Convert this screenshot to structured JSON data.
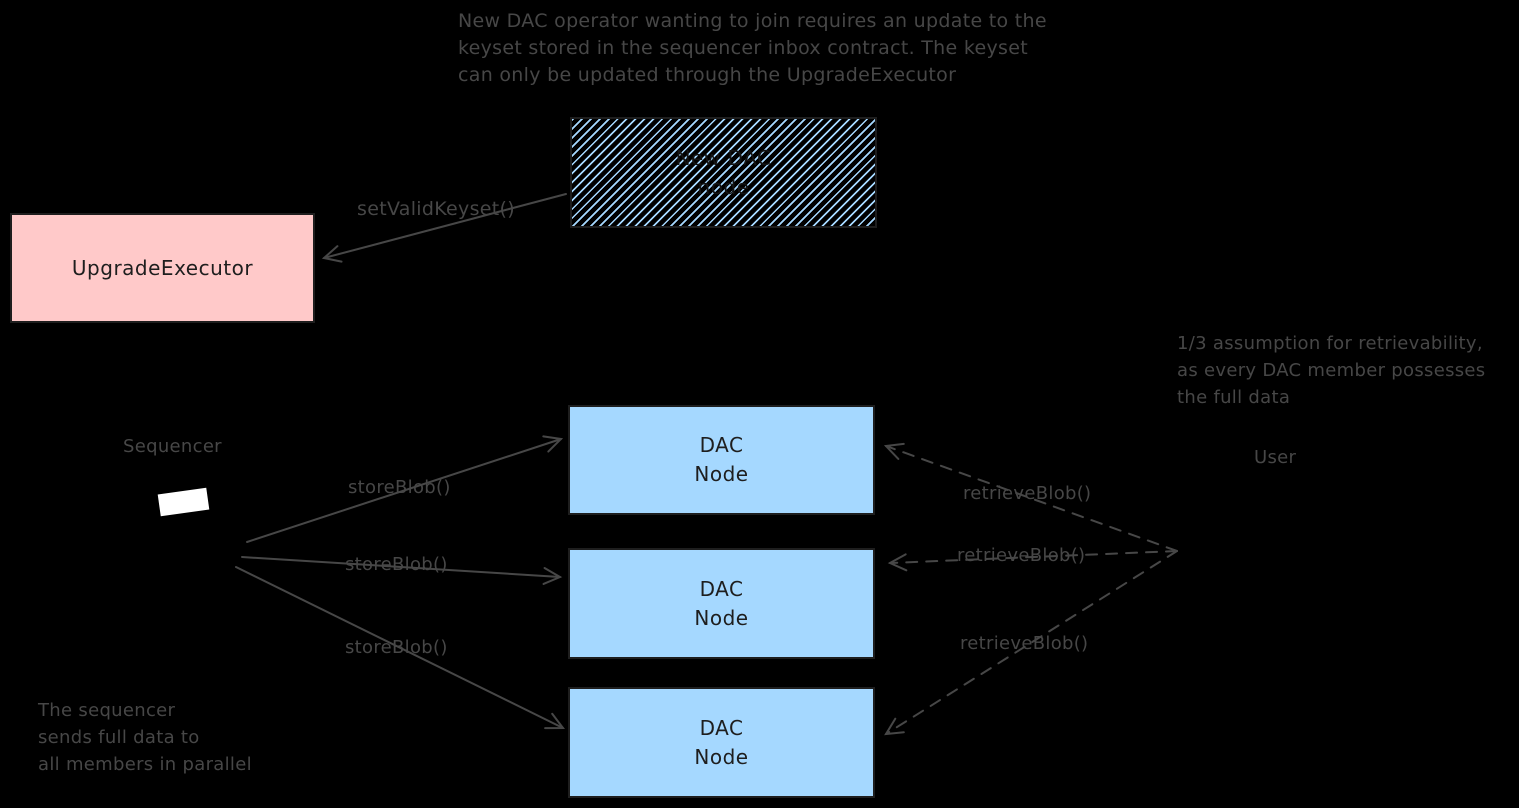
{
  "colors": {
    "background": "#000000",
    "dac_node_fill": "#a5d8ff",
    "upgrade_executor_fill": "#ffc9c9",
    "hatch_stripe": "#a5d8ff",
    "box_border": "#1e1e1e",
    "annotation_text": "#474747",
    "sequencer_icon": "#ffffff"
  },
  "notes": {
    "top": {
      "lines": [
        "New DAC operator wanting to join requires an update to the",
        "keyset stored in the sequencer inbox contract. The keyset",
        "can only be updated through the UpgradeExecutor"
      ]
    },
    "right": {
      "lines": [
        "1/3 assumption for retrievability,",
        "as every DAC member possesses",
        "the full data"
      ]
    },
    "bottom_left": {
      "lines": [
        "The sequencer",
        "sends full data to",
        "all members in parallel"
      ]
    }
  },
  "boxes": {
    "upgrade_executor": {
      "label": "UpgradeExecutor"
    },
    "new_dac_node": {
      "line1": "New DAC",
      "line2": "node"
    },
    "dac_node": {
      "line1": "DAC",
      "line2": "Node"
    }
  },
  "labels": {
    "set_valid_keyset": "setValidKeyset()",
    "sequencer": "Sequencer",
    "user": "User",
    "store_blob": "storeBlob()",
    "retrieve_blob": "retrieveBlob()"
  }
}
